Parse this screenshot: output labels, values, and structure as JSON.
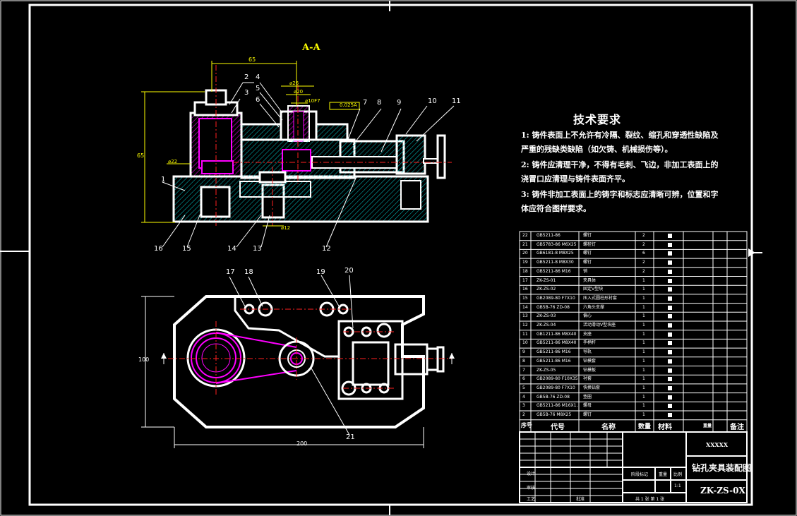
{
  "view_label": "A-A",
  "dims": {
    "top_width": "65",
    "height_left": "65",
    "d26": "⌀26",
    "d20": "⌀20",
    "d10": "⌀10F7",
    "gdt": "0.025",
    "gdt_ref": "A",
    "d22": "⌀22",
    "d12": "⌀12",
    "plan_width": "200",
    "plan_height": "100"
  },
  "balloons": [
    "1",
    "2",
    "3",
    "4",
    "5",
    "6",
    "7",
    "8",
    "9",
    "10",
    "11",
    "12",
    "13",
    "14",
    "15",
    "16",
    "17",
    "18",
    "19",
    "20",
    "21"
  ],
  "tech_title": "技术要求",
  "tech_lines": [
    "1: 铸件表面上不允许有冷隔、裂纹、缩孔和穿透性缺陷及",
    "严重的残缺类缺陷（如欠铸、机械损伤等）。",
    "2: 铸件应清理干净，不得有毛刺、飞边，非加工表面上的",
    "浇冒口应清理与铸件表面齐平。",
    "3: 铸件非加工表面上的铸字和标志应清晰可辨，位置和字",
    "体应符合图样要求。"
  ],
  "bom_rows": [
    [
      "22",
      "GB5211-86",
      "螺钉",
      "2"
    ],
    [
      "21",
      "GB5783-86 M6X25",
      "螺栓钉",
      "2"
    ],
    [
      "20",
      "GB6181-8 M8X25",
      "螺钉",
      "6"
    ],
    [
      "19",
      "GB5211-8 M8X30",
      "螺钉",
      "2"
    ],
    [
      "18",
      "GB5211-86 M16",
      "销",
      "2"
    ],
    [
      "17",
      "ZK-ZS-01",
      "夹具体",
      "1"
    ],
    [
      "16",
      "ZK-ZS-02",
      "固定V型块",
      "1"
    ],
    [
      "15",
      "GB2089-80 F7X10",
      "压入式圆柱形衬套",
      "1"
    ],
    [
      "14",
      "GB5B-76 ZD-08",
      "六角头支撑",
      "1"
    ],
    [
      "13",
      "ZK-ZS-03",
      "偏心",
      "1"
    ],
    [
      "12",
      "ZK-ZS-04",
      "活动滑动V型块座",
      "1"
    ],
    [
      "11",
      "GB1211-86 M8X40",
      "支座",
      "1"
    ],
    [
      "10",
      "GB5211-86 M8X40",
      "手柄杆",
      "1"
    ],
    [
      "9",
      "GB5211-86 M16",
      "导轨",
      "1"
    ],
    [
      "8",
      "GB5211-86 M16",
      "钻模套",
      "1"
    ],
    [
      "7",
      "ZK-ZS-05",
      "钻模板",
      "1"
    ],
    [
      "6",
      "GB2089-80 F10X35",
      "衬套",
      "1"
    ],
    [
      "5",
      "GB2089-80 F7X10",
      "快换钻套",
      "1"
    ],
    [
      "4",
      "GB5B-76 ZD-08",
      "垫圈",
      "1"
    ],
    [
      "3",
      "GB5211-86 M16X1.5",
      "螺母",
      "1"
    ],
    [
      "2",
      "GB5B-76 M8X25",
      "螺钉",
      "1"
    ]
  ],
  "bom_header": {
    "seq": "序号",
    "code": "代号",
    "name": "名称",
    "qty": "数量",
    "material": "材料",
    "weight": "重量",
    "remark": "备注"
  },
  "title_block": {
    "company": "XXXXX",
    "drawing_title": "钻孔夹具装配图",
    "drawing_no": "ZK-ZS-0X",
    "design": "设计",
    "check": "审核",
    "process": "工艺",
    "approve": "批准",
    "scale": "1:1",
    "sheets": "共 1 张  第 1 张",
    "stage": "阶段标记",
    "weight": "重量",
    "ratio": "比例"
  },
  "colors": {
    "outline": "#ffffff",
    "hatch": "#00c8c8",
    "highlight": "#ff00ff",
    "centerline": "#ff2020",
    "dimension": "#ffff00",
    "balloon_line": "#ffffff"
  }
}
